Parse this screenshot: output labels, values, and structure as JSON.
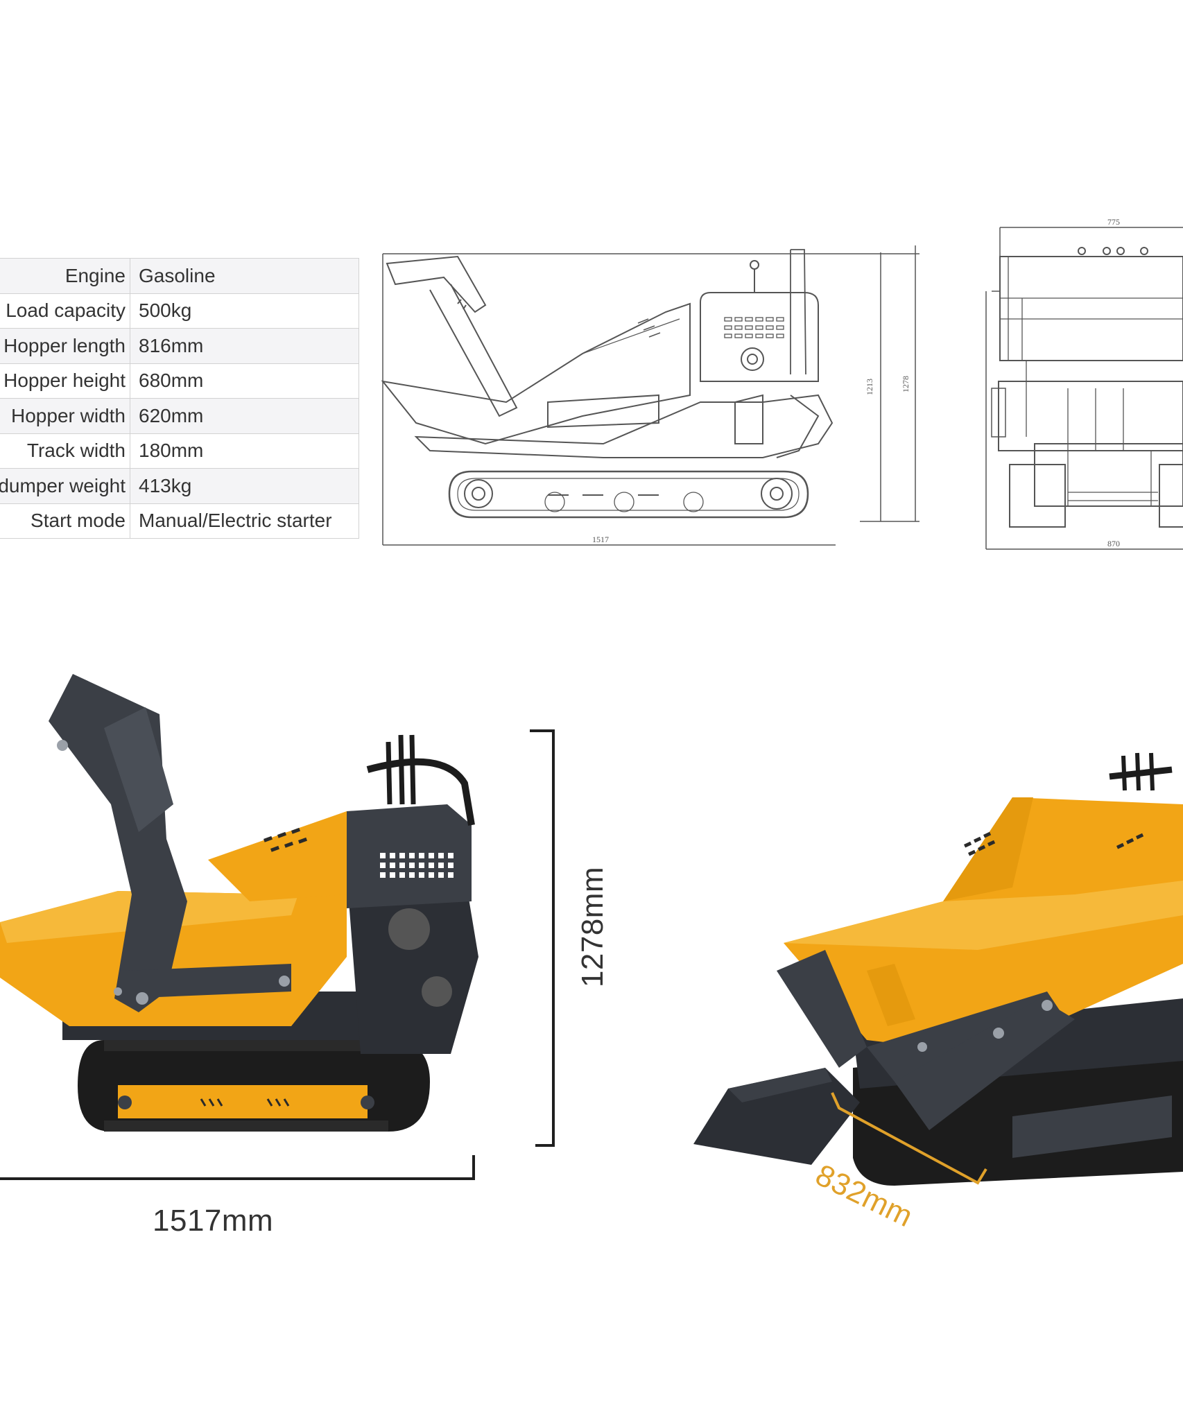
{
  "spec_table": {
    "rows": [
      {
        "label": "Engine",
        "value": "Gasoline"
      },
      {
        "label": "Load capacity",
        "value": "500kg"
      },
      {
        "label": "Hopper length",
        "value": "816mm"
      },
      {
        "label": "Hopper height",
        "value": "680mm"
      },
      {
        "label": "Hopper width",
        "value": "620mm"
      },
      {
        "label": "Track width",
        "value": "180mm"
      },
      {
        "label": "Mini dumper weight",
        "value": "413kg"
      },
      {
        "label": "Start mode",
        "value": "Manual/Electric starter"
      }
    ]
  },
  "side_drawing": {
    "length": "1517",
    "height_inner": "1213",
    "height_outer": "1278"
  },
  "front_drawing": {
    "top_width": "775",
    "bottom_width": "870"
  },
  "photo_side": {
    "length_label": "1517mm",
    "height_label": "1278mm"
  },
  "photo_front": {
    "bucket_label": "832mm"
  },
  "colors": {
    "hopper_yellow": "#f2a516",
    "frame_dark": "#3b3f46",
    "track_black": "#1c1c1c",
    "accent_dim": "#e0a12a"
  }
}
